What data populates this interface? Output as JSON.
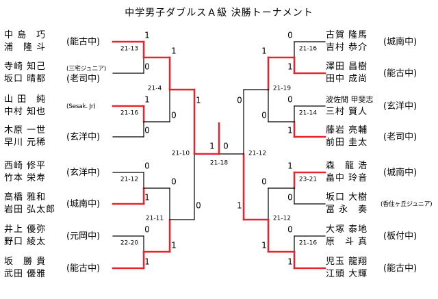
{
  "title": "中学男子ダブルスＡ級 決勝トーナメント",
  "left_pairs": [
    {
      "players": [
        "中 島　巧",
        "浦　隆 斗"
      ],
      "club": "(能古中)"
    },
    {
      "players": [
        "寺崎 知己",
        "坂口 晴都"
      ],
      "club": "(三宅ジュニア)",
      "club2": "(老司中)"
    },
    {
      "players": [
        "山 田　純",
        "中村 知也"
      ],
      "club": "(Sesak. Jr)"
    },
    {
      "players": [
        "木原 一世",
        "早川 元稀"
      ],
      "club": "(玄洋中)"
    },
    {
      "players": [
        "西崎 修平",
        "竹本 栄寿"
      ],
      "club": "(玄洋中)"
    },
    {
      "players": [
        "高橋 雅和",
        "岩田 弘太郎"
      ],
      "club": "(城南中)"
    },
    {
      "players": [
        "井上 優弥",
        "野口 綾太"
      ],
      "club": "(元岡中)"
    },
    {
      "players": [
        "坂　勝 貴",
        "武田 優雅"
      ],
      "club": "(能古中)"
    }
  ],
  "right_pairs": [
    {
      "players": [
        "古賀 隆馬",
        "吉村 恭介"
      ],
      "club": "(城南中)"
    },
    {
      "players": [
        "澤田 昌樹",
        "田中 成尚"
      ],
      "club": "(能古中)"
    },
    {
      "players": [
        "波佐間 甲斐志",
        "三村 賢人"
      ],
      "club": "(玄洋中)"
    },
    {
      "players": [
        "藤岩 亮輔",
        "前田 圭太"
      ],
      "club": "(老司中)"
    },
    {
      "players": [
        "森　龍 浩",
        "畠中 玲音"
      ],
      "club": "(城南中)"
    },
    {
      "players": [
        "坂口 大樹",
        "冨 永　奏"
      ],
      "club": "(香住ヶ丘ジュニア)"
    },
    {
      "players": [
        "大塚 泰地",
        "原　斗 真"
      ],
      "club": "(板付中)"
    },
    {
      "players": [
        "児玉 龍翔",
        "江頭 大輝"
      ],
      "club": "(能古中)"
    }
  ],
  "left_round1": [
    {
      "score": "21-13",
      "top": "1",
      "bottom": "0"
    },
    {
      "score": "21-16",
      "top": "1",
      "bottom": "0"
    },
    {
      "score": "21-12",
      "top": "0",
      "bottom": "1"
    },
    {
      "score": "22-20",
      "top": "0",
      "bottom": "1"
    }
  ],
  "left_round2": [
    {
      "score": "21-4",
      "top": "1",
      "bottom": "0"
    },
    {
      "score": "21-11",
      "top": "0",
      "bottom": "1"
    }
  ],
  "left_round3": {
    "score": "21-10",
    "top": "1",
    "bottom": "0"
  },
  "right_round1": [
    {
      "score": "21-16",
      "top": "0",
      "bottom": "1"
    },
    {
      "score": "21-14",
      "top": "0",
      "bottom": "1"
    },
    {
      "score": "23-21",
      "top": "1",
      "bottom": "0"
    },
    {
      "score": "21-16",
      "top": "0",
      "bottom": "1"
    }
  ],
  "right_round2": [
    {
      "score": "21-19",
      "top": "1",
      "bottom": "0"
    },
    {
      "score": "21-12",
      "top": "0",
      "bottom": "1"
    }
  ],
  "right_round3": {
    "score": "21-12",
    "top": "0",
    "bottom": "1"
  },
  "final": {
    "score": "21-18",
    "left": "1",
    "right": "0"
  },
  "colors": {
    "winner": "#e8232b",
    "loser": "#000000"
  }
}
